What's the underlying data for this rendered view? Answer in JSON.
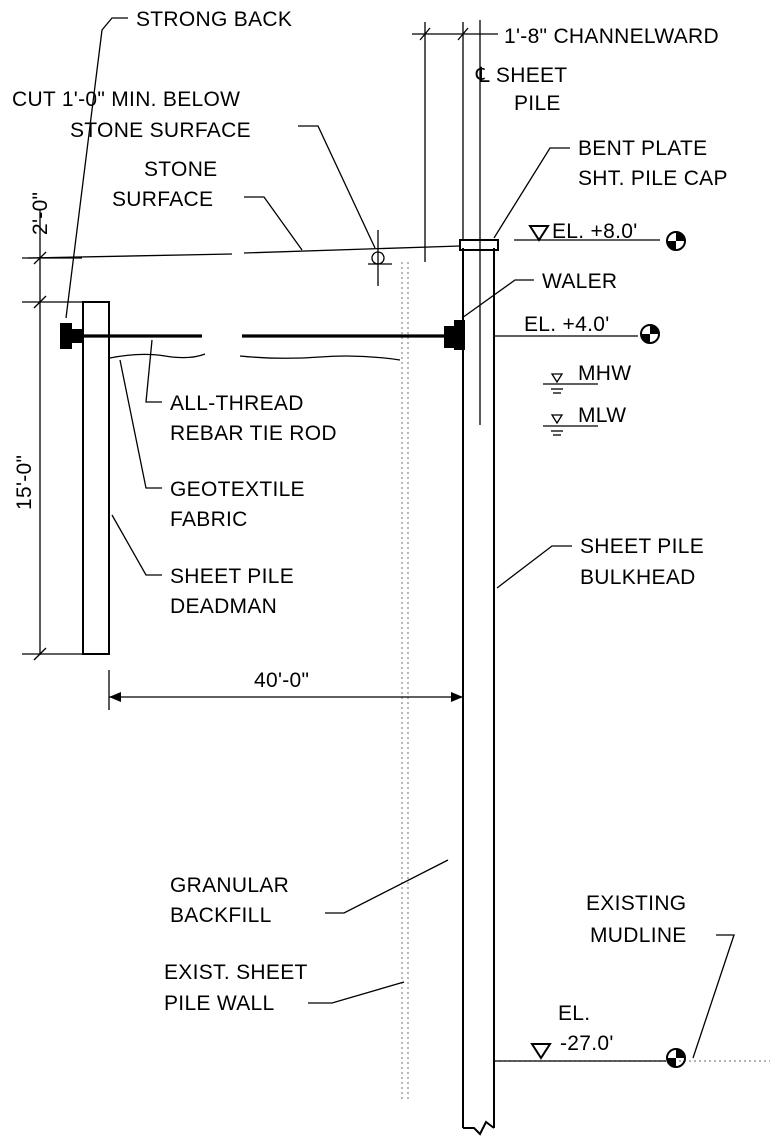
{
  "labels": {
    "strong_back": "STRONG BACK",
    "channelward": "1'-8\" CHANNELWARD",
    "sheet_pile_cl_1": "℄ SHEET",
    "sheet_pile_cl_2": "PILE",
    "cut_1": "CUT 1'-0\" MIN. BELOW",
    "cut_2": "STONE SURFACE",
    "bent_plate_1": "BENT PLATE",
    "bent_plate_2": "SHT. PILE CAP",
    "stone_surface_1": "STONE",
    "stone_surface_2": "SURFACE",
    "el_top": "EL. +8.0'",
    "waler": "WALER",
    "el_waler": "EL. +4.0'",
    "mhw": "MHW",
    "mlw": "MLW",
    "tie_rod_1": "ALL-THREAD",
    "tie_rod_2": "REBAR TIE ROD",
    "geotextile_1": "GEOTEXTILE",
    "geotextile_2": "FABRIC",
    "deadman_1": "SHEET PILE",
    "deadman_2": "DEADMAN",
    "bulkhead_1": "SHEET PILE",
    "bulkhead_2": "BULKHEAD",
    "backfill_1": "GRANULAR",
    "backfill_2": "BACKFILL",
    "exist_wall_1": "EXIST. SHEET",
    "exist_wall_2": "PILE WALL",
    "mudline_1": "EXISTING",
    "mudline_2": "MUDLINE",
    "el_mud_1": "EL.",
    "el_mud_2": "-27.0'"
  },
  "dimensions": {
    "dim_2ft": "2'-0\"",
    "dim_15ft": "15'-0\"",
    "dim_40ft": "40'-0\""
  }
}
